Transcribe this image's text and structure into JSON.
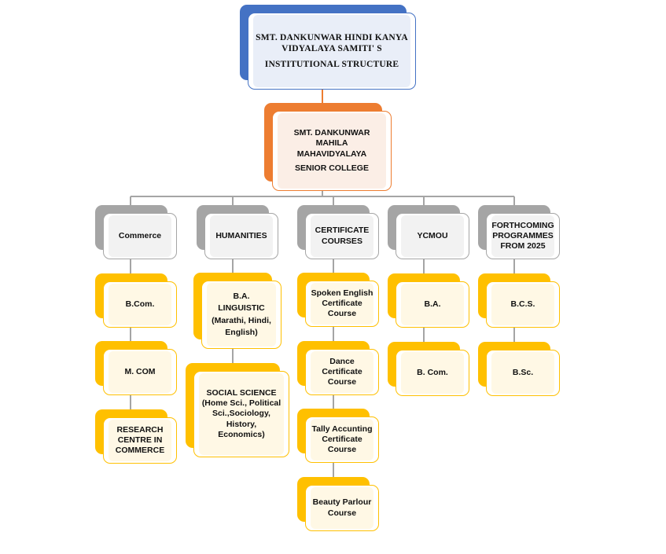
{
  "title_node": {
    "line1": "SMT. DANKUNWAR HINDI KANYA",
    "line2": "VIDYALAYA SAMITI' S",
    "line3": "INSTITUTIONAL STRUCTURE"
  },
  "college_node": {
    "line1": "SMT. DANKUNWAR MAHILA",
    "line2": "MAHAVIDYALAYA",
    "line3": "SENIOR COLLEGE"
  },
  "branches": [
    {
      "label": "Commerce",
      "items": [
        "B.Com.",
        "M. COM",
        "RESEARCH\nCENTRE IN\nCOMMERCE"
      ]
    },
    {
      "label": "HUMANITIES",
      "items": [
        "B.A.\nLINGUISTIC\n(Marathi, Hindi,\nEnglish)",
        "SOCIAL SCIENCE\n(Home Sci., Political\nSci.,Sociology, History,\nEconomics)"
      ]
    },
    {
      "label": "CERTIFICATE\nCOURSES",
      "items": [
        "Spoken English\nCertificate\nCourse",
        "Dance Certificate\nCourse",
        "Tally Accunting\nCertificate\nCourse",
        "Beauty Parlour\nCourse"
      ]
    },
    {
      "label": "YCMOU",
      "items": [
        "B.A.",
        "B. Com."
      ]
    },
    {
      "label": "FORTHCOMING\nPROGRAMMES\nFROM 2025",
      "items": [
        "B.C.S.",
        "B.Sc."
      ]
    }
  ],
  "colors": {
    "title": "#4472c4",
    "college": "#ed7d31",
    "branch": "#a5a5a5",
    "item": "#ffc000",
    "connector_top": "#ed7d31",
    "connector": "#a5a5a5"
  }
}
